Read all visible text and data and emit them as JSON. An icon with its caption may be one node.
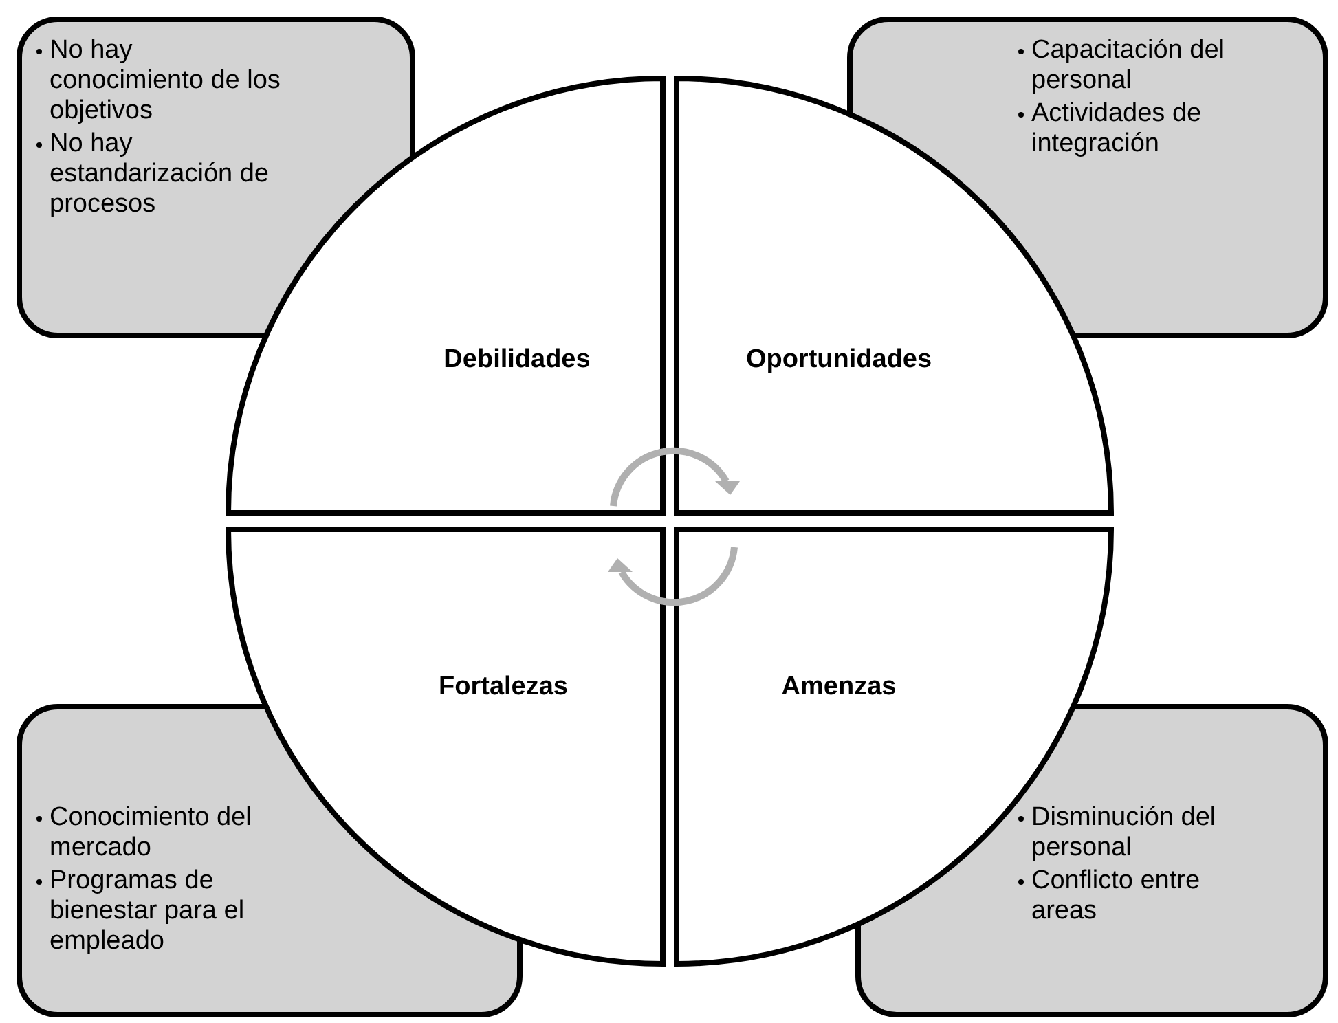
{
  "diagram": {
    "nodes": [
      {
        "text": [
          "No hay conocimiento de los objetivos",
          "No hay estandarización de procesos"
        ]
      },
      {
        "text": [
          "Capacitación del personal",
          "Actividades de integración"
        ]
      },
      {
        "text": [
          "Debilidades"
        ]
      },
      {
        "text": [
          "Oportunidades"
        ]
      },
      {
        "text": [
          "Fortalezas"
        ]
      },
      {
        "text": [
          "Amenzas"
        ]
      },
      {
        "text": [
          "Conocimiento del mercado",
          "Programas de bienestar para el empleado"
        ]
      },
      {
        "text": [
          "Disminución del personal",
          "Conflicto entre areas"
        ]
      }
    ],
    "edges": [
      {
        "from": 2,
        "to": 3,
        "arrow": "to",
        "color": "#b0b0b0"
      },
      {
        "from": 5,
        "to": 4,
        "arrow": "to",
        "color": "#b0b0b0"
      }
    ]
  }
}
